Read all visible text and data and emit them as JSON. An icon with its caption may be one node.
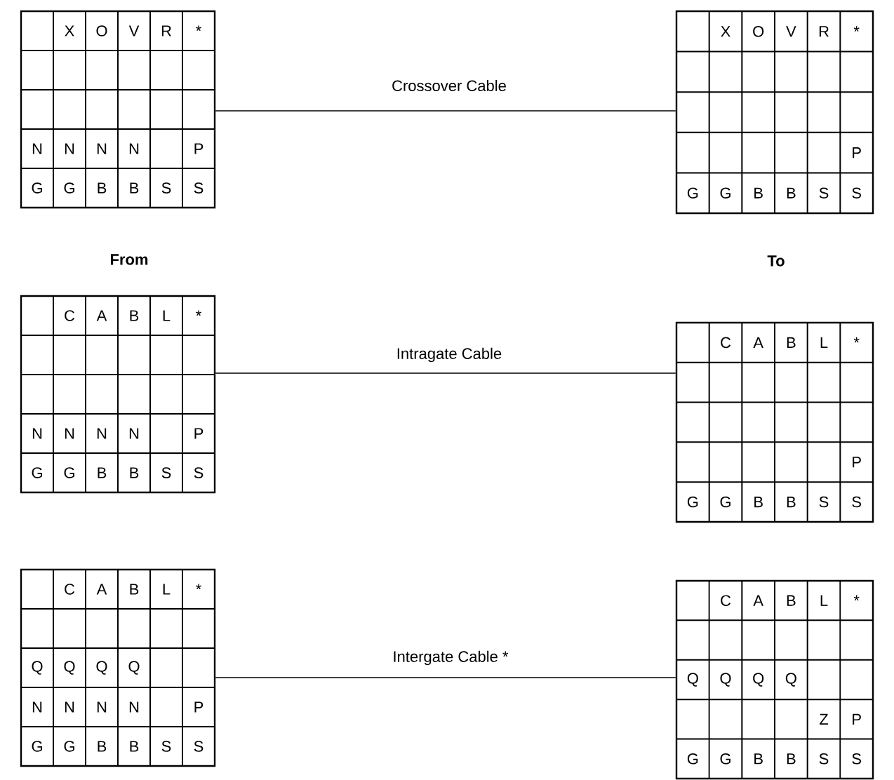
{
  "diagram": {
    "nodes": [
      {
        "text": [
          "X",
          "O",
          "V",
          "R",
          "*",
          "N",
          "N",
          "N",
          "N",
          "P",
          "G",
          "G",
          "B",
          "B",
          "S",
          "S"
        ]
      },
      {
        "text": [
          "X",
          "O",
          "V",
          "R",
          "*",
          "P",
          "G",
          "G",
          "B",
          "B",
          "S",
          "S"
        ]
      },
      {
        "text": [
          "C",
          "A",
          "B",
          "L",
          "*",
          "N",
          "N",
          "N",
          "N",
          "P",
          "G",
          "G",
          "B",
          "B",
          "S",
          "S"
        ]
      },
      {
        "text": [
          "C",
          "A",
          "B",
          "L",
          "*",
          "P",
          "G",
          "G",
          "B",
          "B",
          "S",
          "S"
        ]
      },
      {
        "text": [
          "C",
          "A",
          "B",
          "L",
          "*",
          "Q",
          "Q",
          "Q",
          "Q",
          "N",
          "N",
          "N",
          "N",
          "P",
          "G",
          "G",
          "B",
          "B",
          "S",
          "S"
        ]
      },
      {
        "text": [
          "C",
          "A",
          "B",
          "L",
          "*",
          "Q",
          "Q",
          "Q",
          "Q",
          "Z",
          "P",
          "G",
          "G",
          "B",
          "B",
          "S",
          "S"
        ]
      }
    ],
    "edges": [
      {
        "from": 0,
        "to": 1,
        "arrow": "none",
        "label": "Crossover Cable"
      },
      {
        "from": 2,
        "to": 3,
        "arrow": "none",
        "label": "Intragate Cable"
      },
      {
        "from": 4,
        "to": 5,
        "arrow": "none",
        "label": "Intergate Cable *"
      }
    ],
    "labels": [
      "From",
      "To"
    ]
  }
}
